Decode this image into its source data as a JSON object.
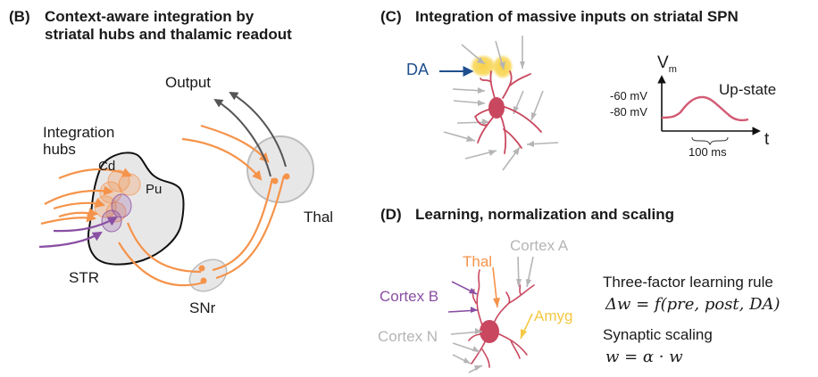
{
  "panels": {
    "B": {
      "tag": "(B)",
      "title_line1": "Context-aware integration by",
      "title_line2": "striatal hubs and thalamic readout",
      "labels": {
        "output": "Output",
        "integration": "Integration",
        "hubs": "hubs",
        "cd": "Cd",
        "pu": "Pu",
        "str": "STR",
        "snr": "SNr",
        "thal": "Thal"
      }
    },
    "C": {
      "tag": "(C)",
      "title": "Integration of massive inputs on striatal SPN",
      "da_label": "DA",
      "plot": {
        "y_axis_label": "V",
        "y_axis_subscript": "m",
        "x_axis_label": "t",
        "tick_upper": "-60 mV",
        "tick_lower": "-80 mV",
        "curve_label": "Up-state",
        "scale_bar_label": "100 ms"
      }
    },
    "D": {
      "tag": "(D)",
      "title": "Learning, normalization and scaling",
      "inputs": {
        "cortex_a": "Cortex A",
        "thal": "Thal",
        "cortex_b": "Cortex B",
        "amyg": "Amyg",
        "cortex_n": "Cortex N"
      },
      "rule1_title": "Three-factor learning rule",
      "rule1_formula": "Δw  =  f(pre, post, DA)",
      "rule2_title": "Synaptic scaling",
      "rule2_formula": "w  =  α · w"
    }
  },
  "colors": {
    "orange": "#f5934a",
    "purple": "#8a4fa3",
    "neuron_red": "#c9485f",
    "da_blue": "#1f4f8f",
    "highlight_yellow": "#f7cf3b",
    "amyg_yellow": "#f5c842",
    "gray_input": "#b5b5b5",
    "region_fill": "#e8e7e8",
    "dark_arrow": "#555555"
  }
}
